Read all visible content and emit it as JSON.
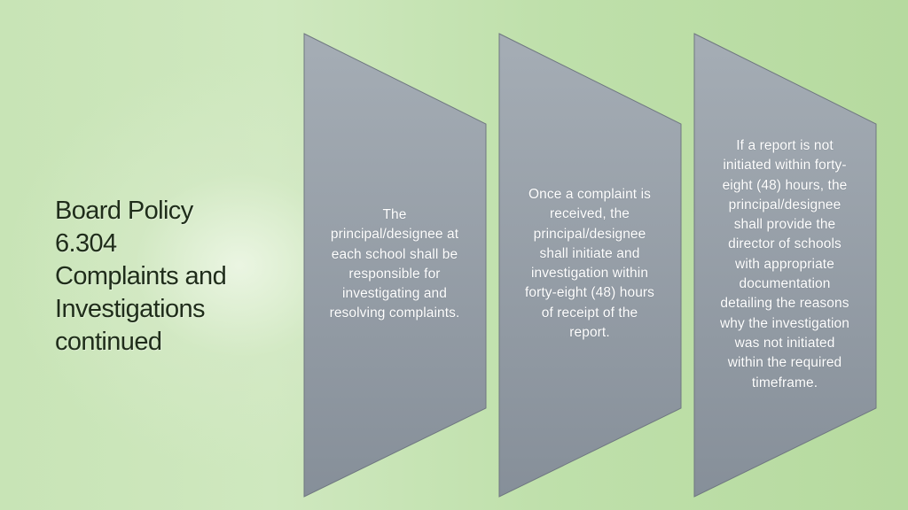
{
  "title_lines": [
    "Board Policy",
    "6.304",
    "Complaints and",
    "Investigations",
    "continued"
  ],
  "panels": [
    {
      "lines": [
        "The",
        "principal/designee at",
        "each school shall be",
        "responsible for",
        "investigating and",
        "resolving complaints."
      ]
    },
    {
      "lines": [
        "Once a complaint is",
        "received, the",
        "principal/designee",
        "shall initiate and",
        "investigation within",
        "forty-eight (48) hours",
        "of receipt of the",
        "report."
      ]
    },
    {
      "lines": [
        "If a report is not",
        "initiated within forty-",
        "eight (48) hours, the",
        "principal/designee",
        "shall provide the",
        "director of schools",
        "with appropriate",
        "documentation",
        "detailing the reasons",
        "why the investigation",
        "was not initiated",
        "within the required",
        "timeframe."
      ]
    }
  ],
  "colors": {
    "background": "#b9dca4",
    "panel_fill_top": "#a5adb5",
    "panel_fill_bottom": "#868f99",
    "panel_stroke": "#6f7780",
    "panel_text": "#ffffff",
    "title_text": "#1f2d1a"
  }
}
